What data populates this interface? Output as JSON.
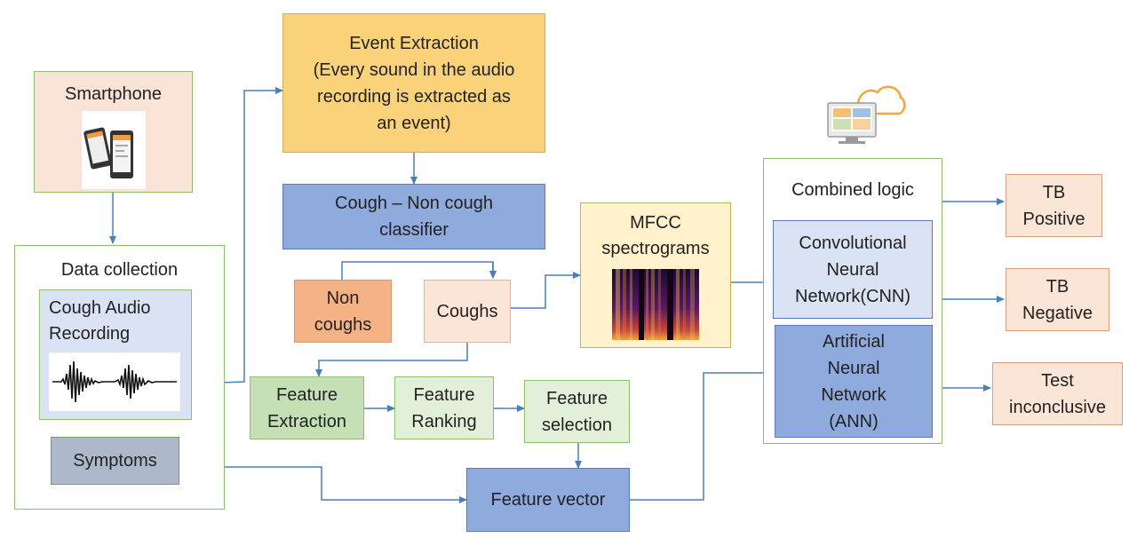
{
  "nodes": {
    "smartphone": "Smartphone",
    "data_collection": "Data collection",
    "cough_recording": "Cough Audio\nRecording",
    "symptoms": "Symptoms",
    "event_extraction": "Event Extraction\n(Every sound in the audio\nrecording is extracted as\nan event)",
    "cough_classifier": "Cough – Non cough\nclassifier",
    "non_coughs": "Non\ncoughs",
    "coughs": "Coughs",
    "mfcc": "MFCC\nspectrograms",
    "feature_extraction": "Feature\nExtraction",
    "feature_ranking": "Feature\nRanking",
    "feature_selection": "Feature\nselection",
    "feature_vector": "Feature vector",
    "combined_logic": "Combined logic",
    "cnn": "Convolutional\nNeural\nNetwork(CNN)",
    "ann": "Artificial\nNeural\nNetwork\n(ANN)",
    "tb_positive": "TB\nPositive",
    "tb_negative": "TB\nNegative",
    "test_inconclusive": "Test\ninconclusive"
  },
  "icons": [
    "smartphone-icon",
    "waveform-icon",
    "spectrogram-icon",
    "cloud-computer-icon"
  ],
  "colors": {
    "edge": "#4a7ebb",
    "green_border": "#8fbf6a",
    "peach": "#f8e3d6",
    "orange": "#fad27a",
    "blue": "#8faadc",
    "light_blue": "#dae3f3",
    "gray": "#adb9ca",
    "green": "#c5e0b4",
    "pale_green": "#e2f0d9",
    "salmon": "#f4b183",
    "cream": "#fff2cc"
  }
}
